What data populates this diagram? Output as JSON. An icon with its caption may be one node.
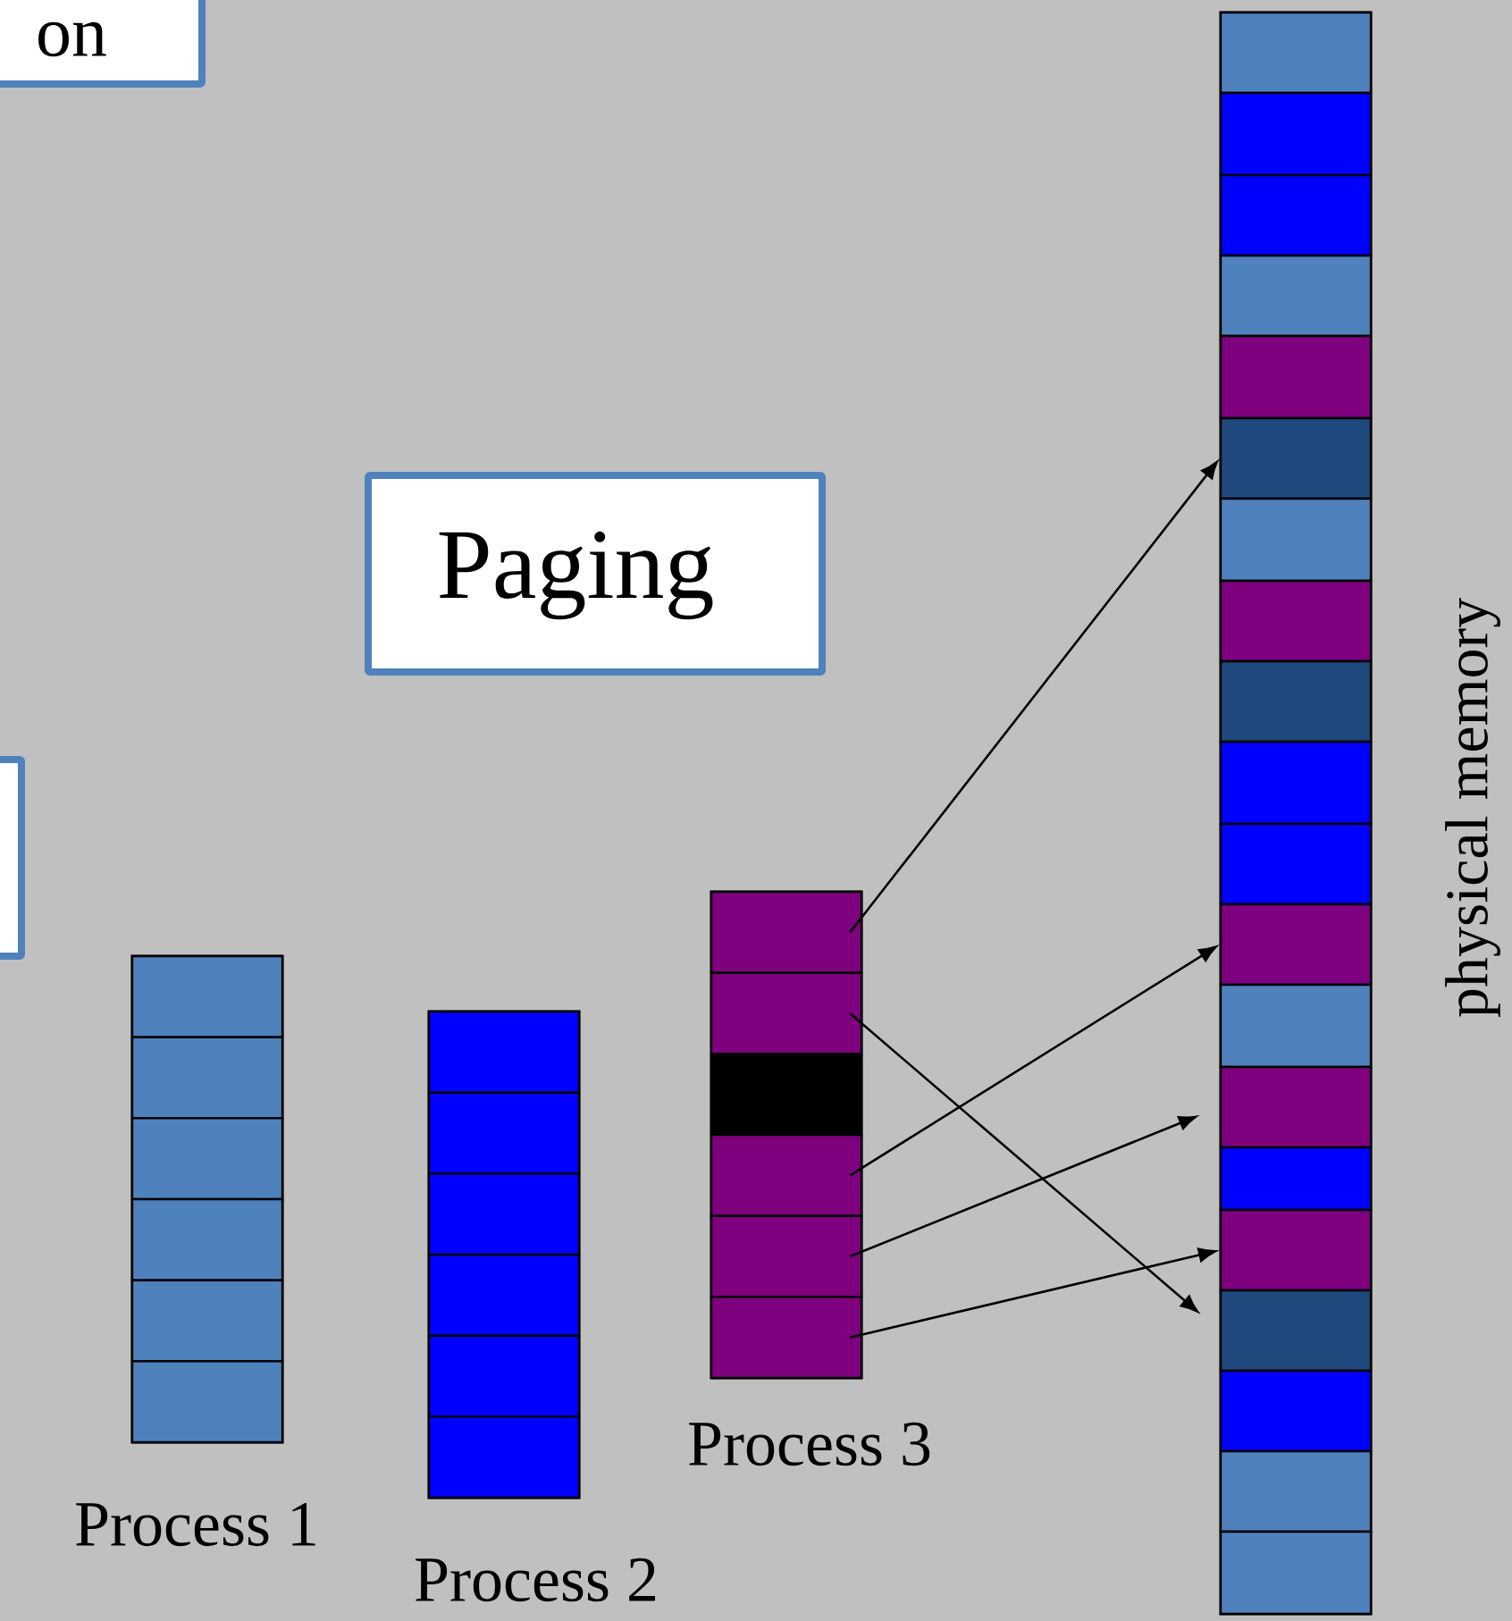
{
  "diagram": {
    "nodes": [
      {
        "text": [
          "on"
        ]
      },
      {
        "text": [
          "Paging"
        ]
      },
      {
        "text": [],
        "shape": "box"
      },
      {
        "text": [],
        "shape": "bar",
        "beside": [
          "Process 1"
        ]
      },
      {
        "text": [],
        "shape": "box",
        "in": 3
      },
      {
        "text": [],
        "shape": "box",
        "in": 3
      },
      {
        "text": [],
        "shape": "box",
        "in": 3
      },
      {
        "text": [],
        "shape": "box",
        "in": 3
      },
      {
        "text": [],
        "shape": "box",
        "in": 3
      },
      {
        "text": [],
        "shape": "box",
        "in": 3
      },
      {
        "text": [],
        "shape": "bar",
        "beside": [
          "Process 2"
        ]
      },
      {
        "text": [],
        "shape": "box",
        "in": 10
      },
      {
        "text": [],
        "shape": "box",
        "in": 10
      },
      {
        "text": [],
        "shape": "box",
        "in": 10
      },
      {
        "text": [],
        "shape": "box",
        "in": 10
      },
      {
        "text": [],
        "shape": "box",
        "in": 10
      },
      {
        "text": [],
        "shape": "box",
        "in": 10
      },
      {
        "text": [],
        "shape": "bar",
        "beside": [
          "Process 3"
        ]
      },
      {
        "text": [],
        "shape": "box",
        "in": 17
      },
      {
        "text": [],
        "shape": "box",
        "in": 17
      },
      {
        "text": [],
        "shape": "box",
        "in": 17
      },
      {
        "text": [],
        "shape": "box",
        "in": 17
      },
      {
        "text": [],
        "shape": "box",
        "in": 17
      },
      {
        "text": [],
        "shape": "box",
        "in": 17
      },
      {
        "text": [],
        "shape": "bar",
        "beside": [
          "physical memory"
        ]
      },
      {
        "text": [],
        "shape": "box",
        "in": 24
      },
      {
        "text": [],
        "shape": "box",
        "in": 24
      },
      {
        "text": [],
        "shape": "box",
        "in": 24
      },
      {
        "text": [],
        "shape": "box",
        "in": 24
      },
      {
        "text": [],
        "shape": "box",
        "in": 24
      },
      {
        "text": [],
        "shape": "box",
        "in": 24
      },
      {
        "text": [],
        "shape": "box",
        "in": 24
      },
      {
        "text": [],
        "shape": "box",
        "in": 24
      },
      {
        "text": [],
        "shape": "box",
        "in": 24
      },
      {
        "text": [],
        "shape": "box",
        "in": 24
      },
      {
        "text": [],
        "shape": "box",
        "in": 24
      },
      {
        "text": [],
        "shape": "box",
        "in": 24
      },
      {
        "text": [],
        "shape": "box",
        "in": 24
      },
      {
        "text": [],
        "shape": "box",
        "in": 24
      },
      {
        "text": [],
        "shape": "box",
        "in": 24
      },
      {
        "text": [],
        "shape": "box",
        "in": 24
      },
      {
        "text": [],
        "shape": "box",
        "in": 24
      },
      {
        "text": [],
        "shape": "box",
        "in": 24
      },
      {
        "text": [],
        "shape": "box",
        "in": 24
      },
      {
        "text": [],
        "shape": "box",
        "in": 24
      }
    ],
    "edges": [
      {
        "from": 18,
        "to": 30,
        "arrow": "to"
      },
      {
        "from": 19,
        "to": 41,
        "arrow": "to"
      },
      {
        "from": 21,
        "to": 36,
        "arrow": "to"
      },
      {
        "from": 22,
        "to": 38,
        "arrow": "to"
      },
      {
        "from": 23,
        "to": 40,
        "arrow": "to"
      }
    ]
  }
}
